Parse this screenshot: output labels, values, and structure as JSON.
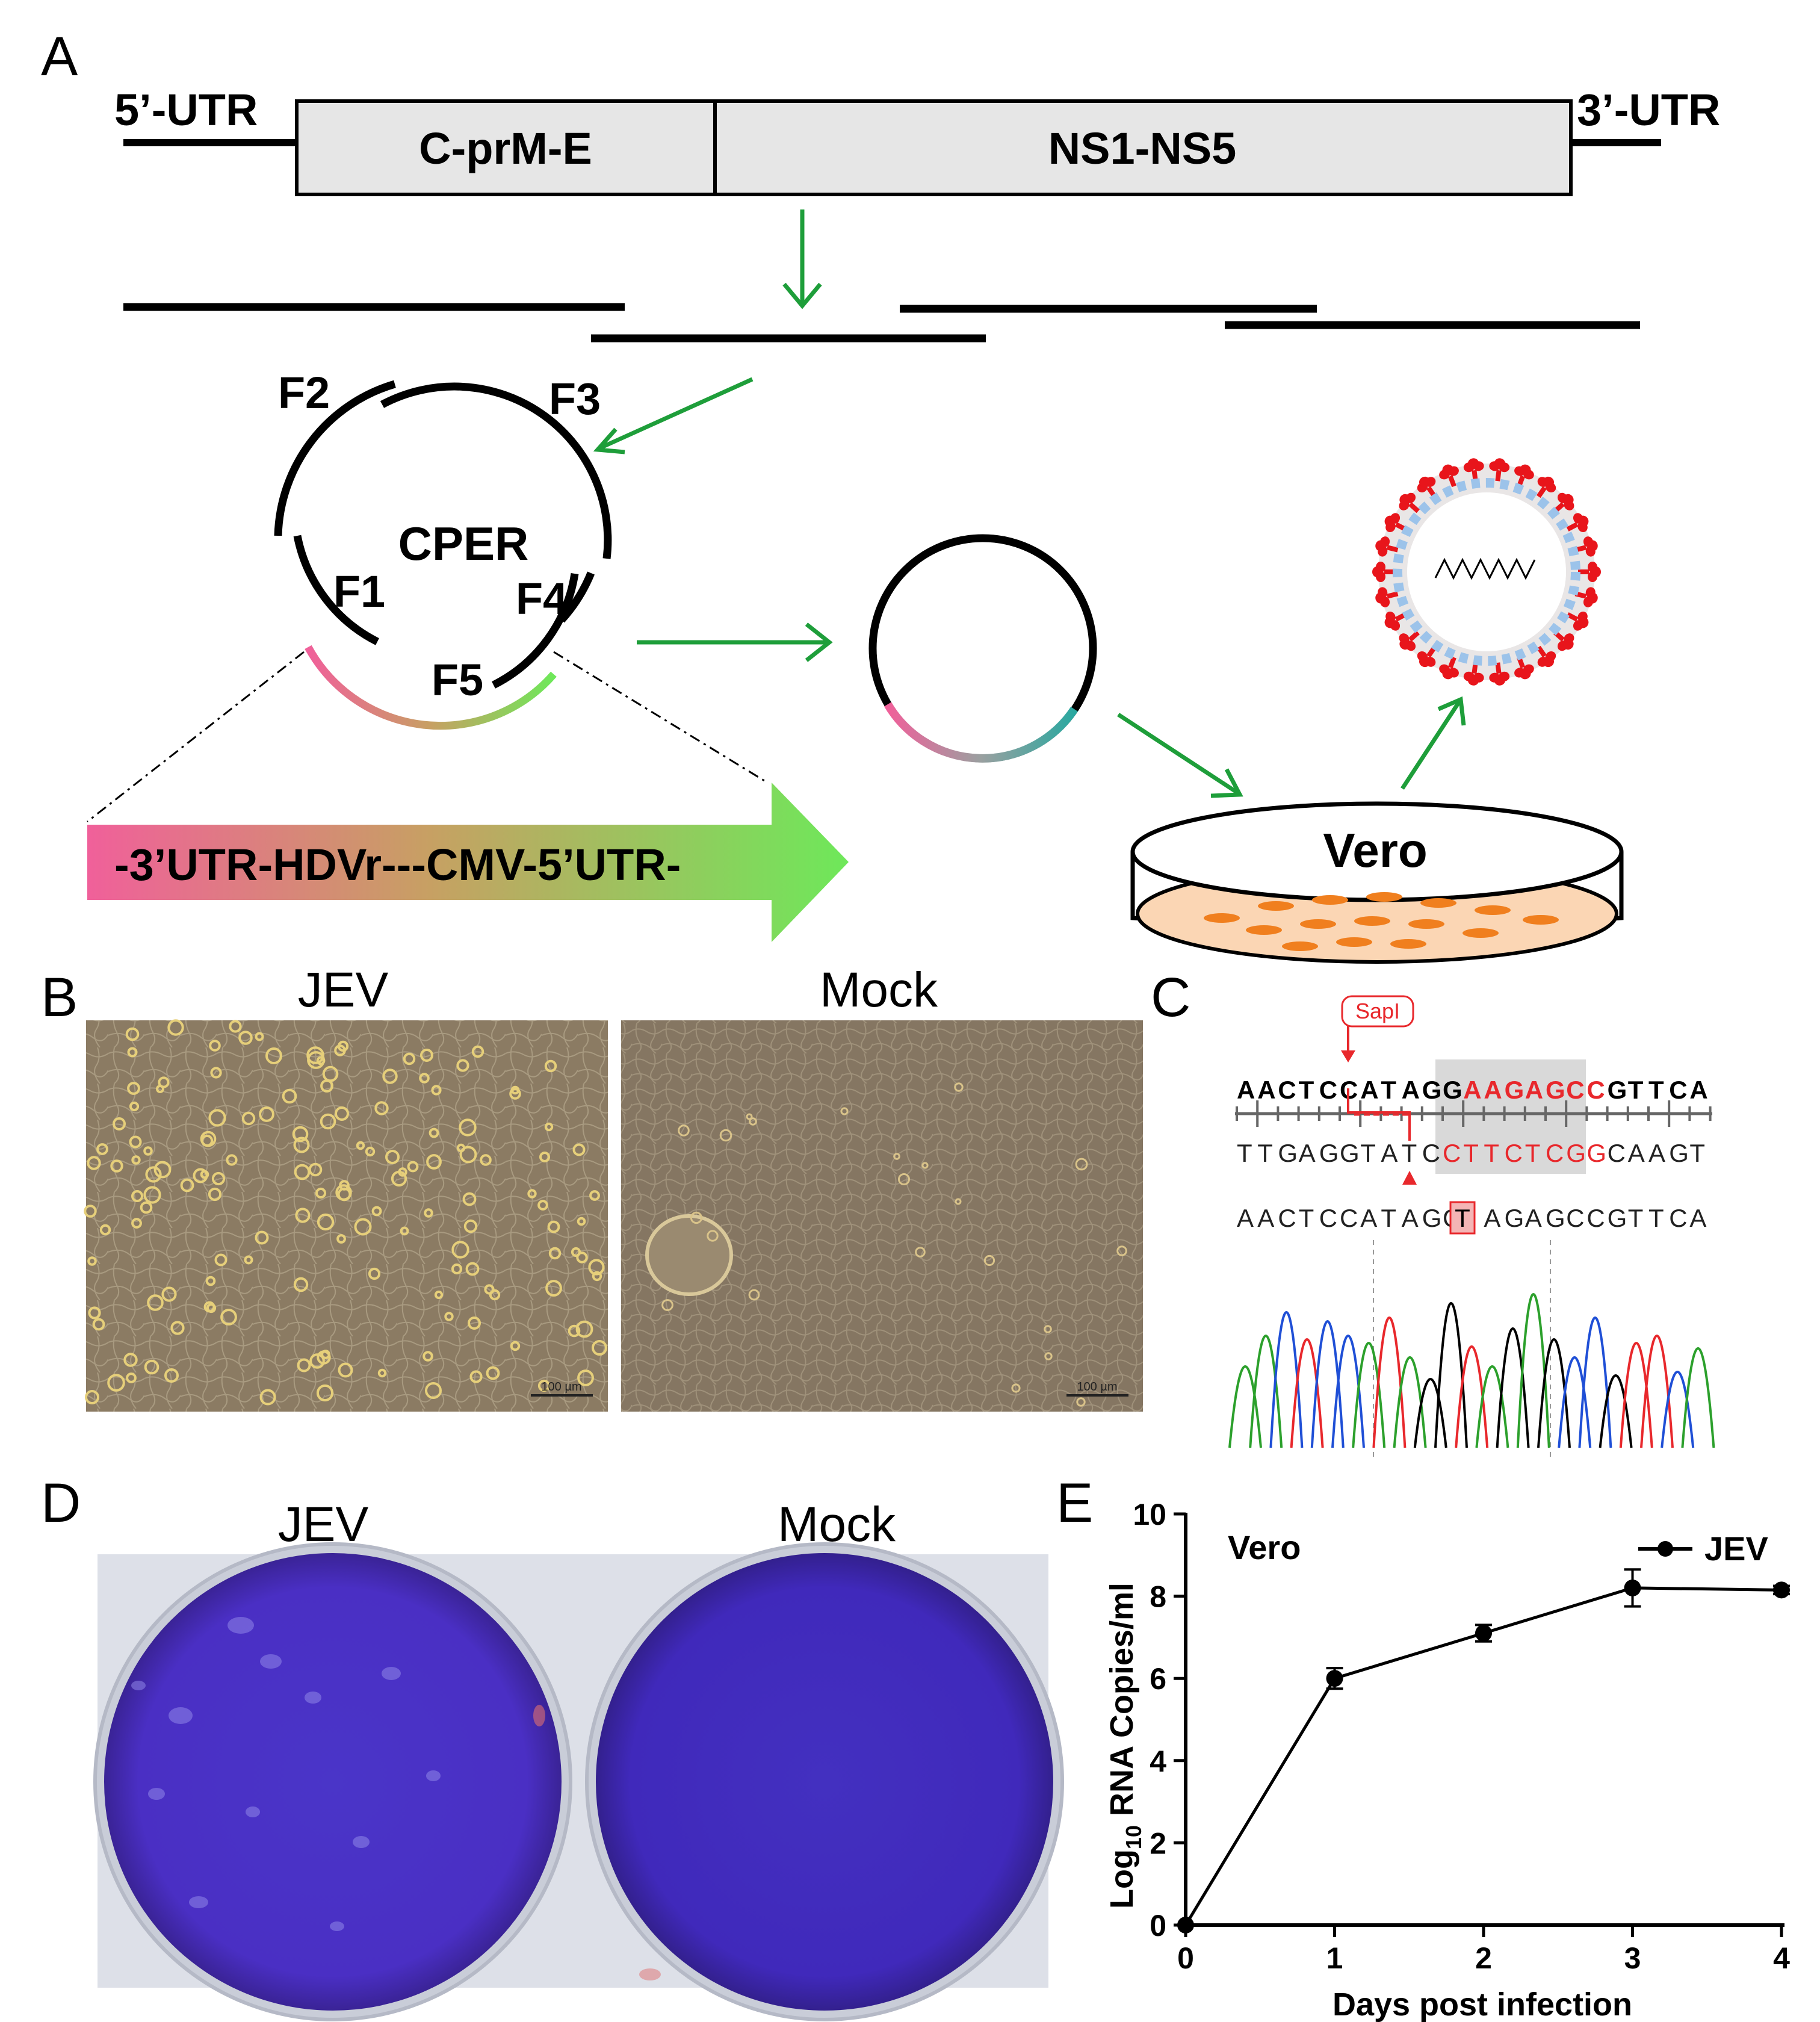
{
  "panel_letters": {
    "a": "A",
    "b": "B",
    "c": "C",
    "d": "D",
    "e": "E"
  },
  "genome": {
    "utr5": "5’-UTR",
    "utr3": "3’-UTR",
    "structural": "C-prM-E",
    "nonstructural": "NS1-NS5"
  },
  "cper": {
    "center": "CPER",
    "fragments": [
      "F1",
      "F2",
      "F3",
      "F4",
      "F5"
    ],
    "linker": "-3’UTR-HDVr---CMV-5’UTR-"
  },
  "cell_line": "Vero",
  "panel_b": {
    "left_title": "JEV",
    "right_title": "Mock",
    "scale_bar": "100 µm"
  },
  "panel_c": {
    "enzyme": "SapI",
    "top_strand": "AACTCCATAGGAAGAGCCGTTCA",
    "bottom_strand": "TTGAGGTATCCTTCTCGGCAAGT",
    "read": "AACTCCATAGGTAGAGCCGTTCA",
    "mutated_base": "T"
  },
  "panel_d": {
    "left_title": "JEV",
    "right_title": "Mock"
  },
  "chart_data": {
    "type": "line",
    "inset_label": "Vero",
    "xlabel": "Days post infection",
    "ylabel": "Log10 RNA Copies/ml",
    "xlim": [
      0,
      4
    ],
    "ylim": [
      0,
      10
    ],
    "xticks": [
      0,
      1,
      2,
      3,
      4
    ],
    "yticks": [
      0,
      2,
      4,
      6,
      8,
      10
    ],
    "legend_position": "top-right",
    "series": [
      {
        "name": "JEV",
        "x": [
          0,
          1,
          2,
          3,
          4
        ],
        "y": [
          0,
          6.0,
          7.1,
          8.2,
          8.15
        ],
        "err": [
          0,
          0.25,
          0.2,
          0.45,
          0.1
        ]
      }
    ]
  },
  "colors": {
    "green_arrow": "#1e9e3a",
    "pink": "#f0609a",
    "light_green": "#6ee85a",
    "teal": "#2aa8a0",
    "spike_red": "#e8151b",
    "membrane_blue": "#9cc3ea",
    "dish_fill": "#fbd6b4",
    "cell_orange": "#f07f1e",
    "crystal_violet": "#4a2fc4",
    "sequence_red": "#e8282c"
  }
}
